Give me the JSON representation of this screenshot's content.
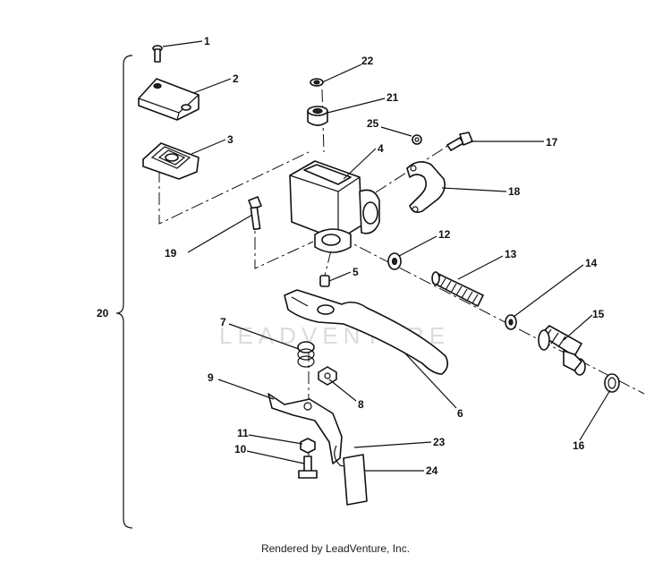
{
  "watermark": "LEADVENTURE",
  "footer": "Rendered by LeadVenture, Inc.",
  "callouts": {
    "c1": "1",
    "c2": "2",
    "c3": "3",
    "c4": "4",
    "c5": "5",
    "c6": "6",
    "c7": "7",
    "c8": "8",
    "c9": "9",
    "c10": "10",
    "c11": "11",
    "c12": "12",
    "c13": "13",
    "c14": "14",
    "c15": "15",
    "c16": "16",
    "c17": "17",
    "c18": "18",
    "c19": "19",
    "c20": "20",
    "c21": "21",
    "c22": "22",
    "c23": "23",
    "c24": "24",
    "c25": "25"
  }
}
